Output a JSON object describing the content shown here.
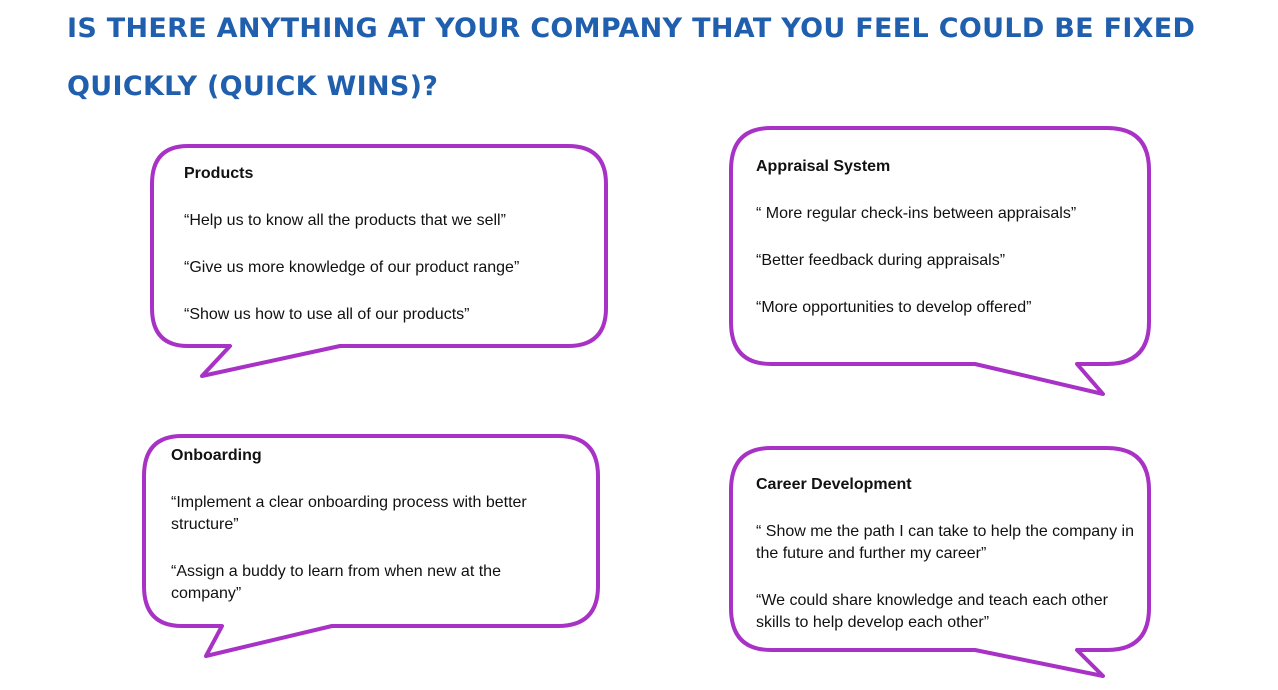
{
  "page": {
    "title": "IS THERE ANYTHING AT YOUR COMPANY THAT YOU FEEL COULD BE FIXED QUICKLY (QUICK WINS)?"
  },
  "colors": {
    "title": "#1f5fae",
    "bubble_border": "#a832c6",
    "text": "#111111"
  },
  "bubbles": {
    "products": {
      "heading": "Products",
      "quotes": [
        "“Help us to know all the products that we sell”",
        "“Give us more knowledge of our product range”",
        "“Show us how to use all of our products”"
      ]
    },
    "appraisal": {
      "heading": "Appraisal System",
      "quotes": [
        "“ More regular check-ins between appraisals”",
        "“Better feedback during appraisals”",
        "“More opportunities to develop offered”"
      ]
    },
    "onboarding": {
      "heading": "Onboarding",
      "quotes": [
        "“Implement a clear onboarding process with better structure”",
        "“Assign a buddy to learn from when new at the company”"
      ]
    },
    "career": {
      "heading": "Career Development",
      "quotes": [
        "“ Show me the path I can take to help the company in the future and further my career”",
        "“We could share knowledge and teach each other skills to help develop each other”"
      ]
    }
  }
}
